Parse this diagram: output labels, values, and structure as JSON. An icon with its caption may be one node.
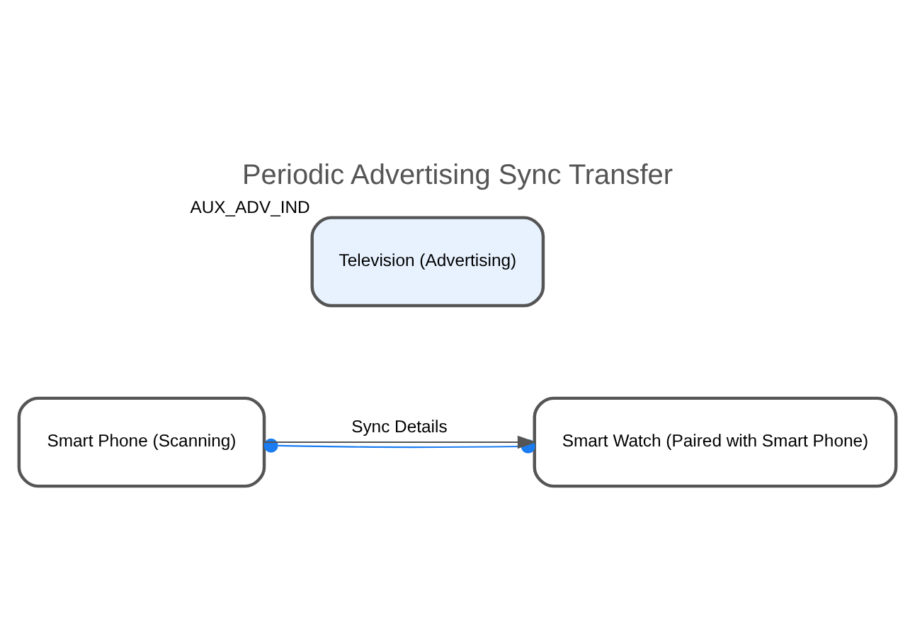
{
  "diagram": {
    "title": "Periodic Advertising Sync Transfer",
    "nodes": [
      {
        "text": [
          "Television (Advertising)"
        ],
        "beside": [
          "AUX_ADV_IND"
        ]
      },
      {
        "text": [
          "Smart Phone (Scanning)"
        ]
      },
      {
        "text": [
          "Smart Watch (Paired with Smart Phone)"
        ]
      }
    ],
    "edges": [
      {
        "from": 1,
        "to": 2,
        "arrow": "other",
        "color": "#1a7cf0"
      },
      {
        "from": 1,
        "to": 2,
        "arrow": "to",
        "label": "Sync Details",
        "color": "#555555"
      }
    ]
  }
}
